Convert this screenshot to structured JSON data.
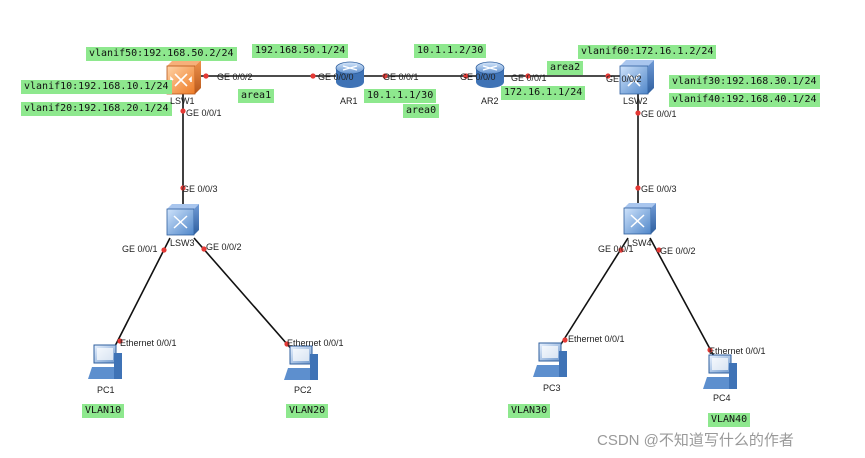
{
  "colors": {
    "label_bg": "#8ee88e",
    "link": "#111111",
    "port_dot": "#e53935"
  },
  "devices": {
    "lsw1": {
      "name": "LSW1",
      "icon": "core-switch-icon-orange"
    },
    "lsw2": {
      "name": "LSW2",
      "icon": "core-switch-icon-blue"
    },
    "lsw3": {
      "name": "LSW3",
      "icon": "switch-icon"
    },
    "lsw4": {
      "name": "LSW4",
      "icon": "switch-icon"
    },
    "ar1": {
      "name": "AR1",
      "icon": "router-icon"
    },
    "ar2": {
      "name": "AR2",
      "icon": "router-icon"
    },
    "pc1": {
      "name": "PC1",
      "icon": "pc-icon"
    },
    "pc2": {
      "name": "PC2",
      "icon": "pc-icon"
    },
    "pc3": {
      "name": "PC3",
      "icon": "pc-icon"
    },
    "pc4": {
      "name": "PC4",
      "icon": "pc-icon"
    }
  },
  "ports": {
    "lsw1_ge002": "GE 0/0/2",
    "lsw1_ge001": "GE 0/0/1",
    "ar1_ge000": "GE 0/0/0",
    "ar1_ge001": "GE 0/0/1",
    "ar2_ge000": "GE 0/0/0",
    "ar2_ge001": "GE 0/0/1",
    "lsw2_ge002": "GE 0/0/2",
    "lsw2_ge001": "GE 0/0/1",
    "lsw3_ge003": "GE 0/0/3",
    "lsw3_ge001": "GE 0/0/1",
    "lsw3_ge002": "GE 0/0/2",
    "lsw4_ge003": "GE 0/0/3",
    "lsw4_ge001": "GE 0/0/1",
    "lsw4_ge002": "GE 0/0/2",
    "pc1_eth": "Ethernet 0/0/1",
    "pc2_eth": "Ethernet 0/0/1",
    "pc3_eth": "Ethernet 0/0/1",
    "pc4_eth": "Ethernet 0/0/1"
  },
  "labels": {
    "lsw1_vlanif50": "vlanif50:192.168.50.2/24",
    "lsw1_vlanif10": "vlanif10:192.168.10.1/24",
    "lsw1_vlanif20": "vlanif20:192.168.20.1/24",
    "ar1_ip_left": "192.168.50.1/24",
    "area1": "area1",
    "ar2_ip_left": "10.1.1.2/30",
    "ar1_ip_right": "10.1.1.1/30",
    "area0": "area0",
    "lsw2_vlanif60": "vlanif60:172.16.1.2/24",
    "area2": "area2",
    "ar2_ip_right": "172.16.1.1/24",
    "lsw2_vlanif30": "vlanif30:192.168.30.1/24",
    "lsw2_vlanif40": "vlanif40:192.168.40.1/24",
    "vlan10": "VLAN10",
    "vlan20": "VLAN20",
    "vlan30": "VLAN30",
    "vlan40": "VLAN40"
  },
  "watermark": "CSDN @不知道写什么的作者"
}
